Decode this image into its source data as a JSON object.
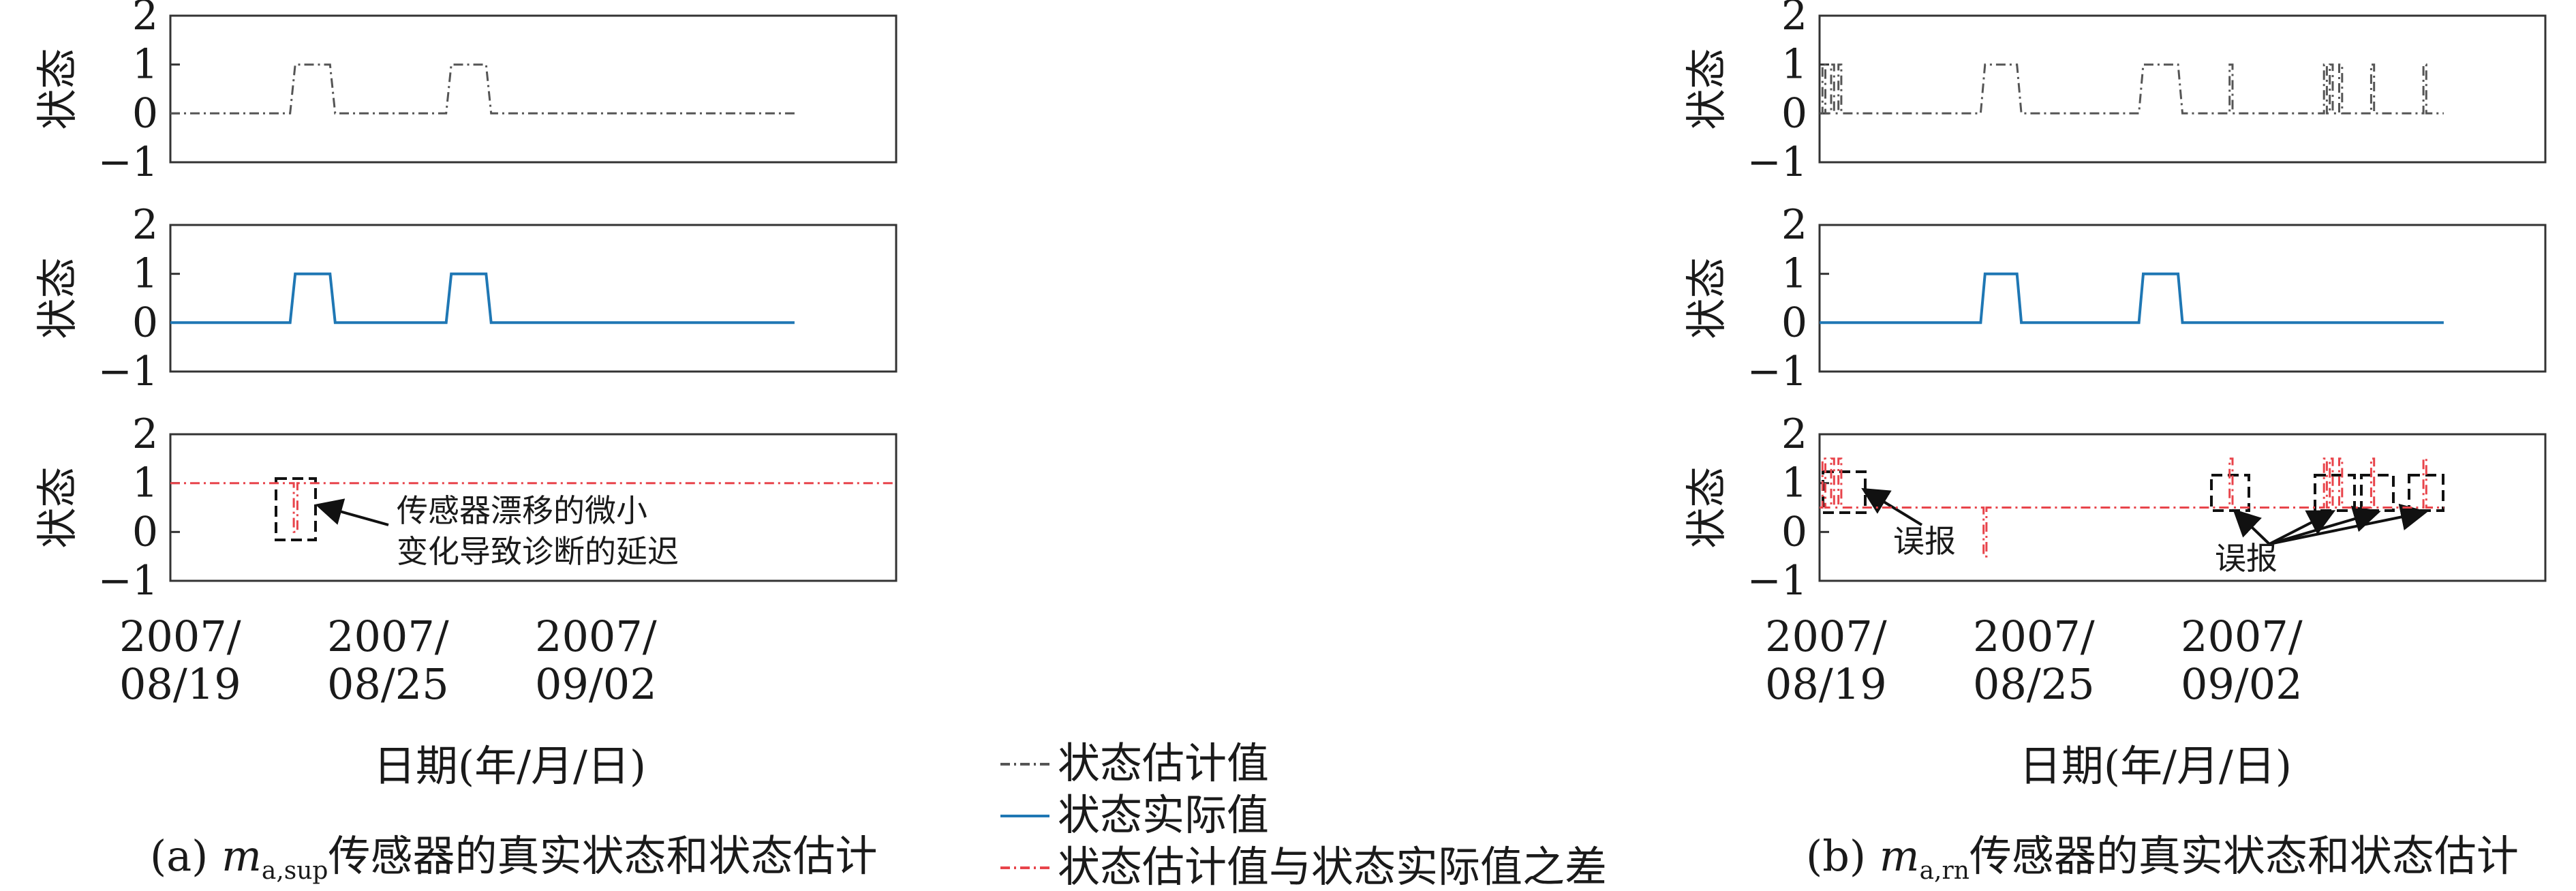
{
  "figure": {
    "legend": [
      {
        "label": "状态估计值",
        "color": "#555555",
        "style": "dashdot"
      },
      {
        "label": "状态实际值",
        "color": "#1f77b4",
        "style": "solid"
      },
      {
        "label": "状态估计值与状态实际值之差",
        "color": "#e8444b",
        "style": "dashdot"
      }
    ],
    "captions": [
      {
        "prefix": "(a) ",
        "var": "m",
        "sub": "a,sup",
        "suffix": "传感器的真实状态和状态估计"
      },
      {
        "prefix": "(b) ",
        "var": "m",
        "sub": "a,rn",
        "suffix": "传感器的真实状态和状态估计"
      }
    ],
    "xlabel": "日期(年/月/日)",
    "xticks": [
      {
        "line1": "2007/",
        "line2": "08/19"
      },
      {
        "line1": "2007/",
        "line2": "08/25"
      },
      {
        "line1": "2007/",
        "line2": "09/02"
      }
    ],
    "ylabel": "状态",
    "ytick_labels": [
      "2",
      "1",
      "0",
      "−1"
    ],
    "annotations": {
      "a": "传感器漂移的微小变化导致诊断的延迟",
      "a_lines": [
        "传感器漂移的微小",
        "变化导致诊断的延迟"
      ],
      "b_left": "误报",
      "b_right": "误报"
    },
    "colors": {
      "estimate": "#555555",
      "actual": "#1f77b4",
      "difference": "#e8444b",
      "box": "#111111"
    }
  },
  "chart_data": [
    {
      "type": "line",
      "panel": "a-top",
      "ylabel": "状态",
      "ylim": [
        -1,
        2
      ],
      "xlim": [
        0,
        1
      ],
      "series": [
        {
          "name": "状态估计值",
          "x": [
            0,
            0.165,
            0.172,
            0.22,
            0.227,
            0.38,
            0.387,
            0.435,
            0.442,
            0.86
          ],
          "y": [
            0,
            0,
            1,
            1,
            0,
            0,
            1,
            1,
            0,
            0
          ]
        }
      ]
    },
    {
      "type": "line",
      "panel": "a-middle",
      "ylabel": "状态",
      "ylim": [
        -1,
        2
      ],
      "xlim": [
        0,
        1
      ],
      "series": [
        {
          "name": "状态实际值",
          "x": [
            0,
            0.165,
            0.172,
            0.22,
            0.227,
            0.38,
            0.387,
            0.435,
            0.442,
            0.86
          ],
          "y": [
            0,
            0,
            1,
            1,
            0,
            0,
            1,
            1,
            0,
            0
          ]
        }
      ]
    },
    {
      "type": "line",
      "panel": "a-bottom",
      "ylabel": "状态",
      "ylim": [
        -1,
        2
      ],
      "xlim": [
        0,
        1
      ],
      "series": [
        {
          "name": "状态估计值与状态实际值之差",
          "x": [
            0,
            0.17,
            0.17,
            0.175,
            0.175,
            1.0
          ],
          "y": [
            1,
            1,
            0,
            0,
            1,
            1
          ]
        }
      ]
    },
    {
      "type": "line",
      "panel": "b-top",
      "ylabel": "状态",
      "ylim": [
        -1,
        2
      ],
      "xlim": [
        0,
        1
      ],
      "series": [
        {
          "name": "状态估计值",
          "x": [
            0,
            0.004,
            0.004,
            0.008,
            0.008,
            0.016,
            0.016,
            0.02,
            0.02,
            0.026,
            0.026,
            0.03,
            0.03,
            0.222,
            0.228,
            0.272,
            0.278,
            0.44,
            0.446,
            0.494,
            0.5,
            0.565,
            0.565,
            0.569,
            0.569,
            0.695,
            0.695,
            0.699,
            0.699,
            0.703,
            0.703,
            0.707,
            0.707,
            0.716,
            0.716,
            0.72,
            0.72,
            0.76,
            0.76,
            0.764,
            0.764,
            0.832,
            0.832,
            0.836,
            0.836,
            0.86
          ],
          "y": [
            0,
            0,
            1,
            1,
            0,
            0,
            1,
            1,
            0,
            0,
            1,
            1,
            0,
            0,
            1,
            1,
            0,
            0,
            1,
            1,
            0,
            0,
            1,
            1,
            0,
            0,
            1,
            1,
            0,
            0,
            1,
            1,
            0,
            0,
            1,
            1,
            0,
            0,
            1,
            1,
            0,
            0,
            1,
            1,
            0,
            0
          ]
        }
      ]
    },
    {
      "type": "line",
      "panel": "b-middle",
      "ylabel": "状态",
      "ylim": [
        -1,
        2
      ],
      "xlim": [
        0,
        1
      ],
      "series": [
        {
          "name": "状态实际值",
          "x": [
            0,
            0.222,
            0.228,
            0.272,
            0.278,
            0.44,
            0.446,
            0.494,
            0.5,
            0.86
          ],
          "y": [
            0,
            0,
            1,
            1,
            0,
            0,
            1,
            1,
            0,
            0
          ]
        }
      ]
    },
    {
      "type": "line",
      "panel": "b-bottom",
      "ylabel": "状态",
      "ylim": [
        -1,
        2
      ],
      "xlim": [
        0,
        1
      ],
      "series": [
        {
          "name": "状态估计值与状态实际值之差",
          "x": [
            0,
            0.004,
            0.004,
            0.008,
            0.008,
            0.016,
            0.016,
            0.02,
            0.02,
            0.026,
            0.026,
            0.03,
            0.03,
            0.226,
            0.226,
            0.23,
            0.23,
            0.565,
            0.565,
            0.569,
            0.569,
            0.695,
            0.695,
            0.699,
            0.699,
            0.703,
            0.703,
            0.707,
            0.707,
            0.716,
            0.716,
            0.72,
            0.72,
            0.76,
            0.76,
            0.764,
            0.764,
            0.832,
            0.832,
            0.836,
            0.836,
            0.86
          ],
          "y": [
            0.5,
            0.5,
            1.5,
            1.5,
            0.5,
            0.5,
            1.5,
            1.5,
            0.5,
            0.5,
            1.5,
            1.5,
            0.5,
            0.5,
            -0.5,
            -0.5,
            0.5,
            0.5,
            1.5,
            1.5,
            0.5,
            0.5,
            1.5,
            1.5,
            0.5,
            0.5,
            1.5,
            1.5,
            0.5,
            0.5,
            1.5,
            1.5,
            0.5,
            0.5,
            1.5,
            1.5,
            0.5,
            0.5,
            1.5,
            1.5,
            0.5,
            0.5
          ]
        }
      ]
    }
  ]
}
